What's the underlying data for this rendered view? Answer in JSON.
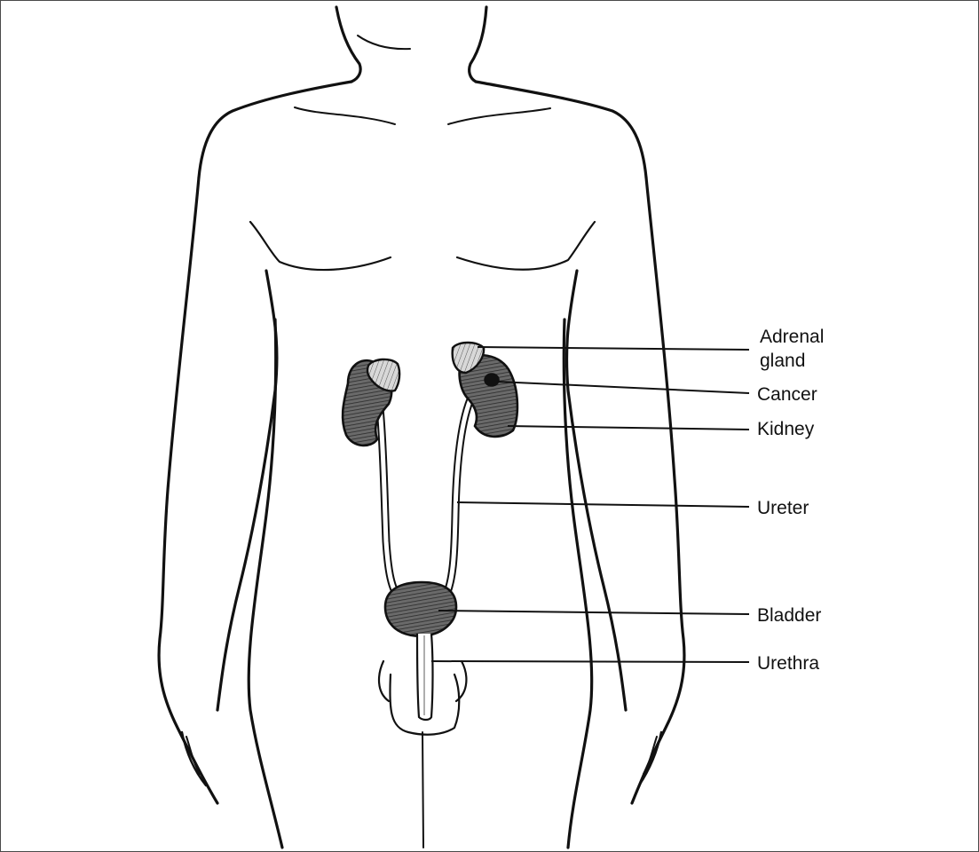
{
  "labels": {
    "adrenal_line1": "Adrenal",
    "adrenal_line2": "gland",
    "cancer": "Cancer",
    "kidney": "Kidney",
    "ureter": "Ureter",
    "bladder": "Bladder",
    "urethra": "Urethra"
  },
  "colors": {
    "ink": "#111111",
    "organ_fill": "#555555",
    "frame": "#4a4a4a"
  }
}
